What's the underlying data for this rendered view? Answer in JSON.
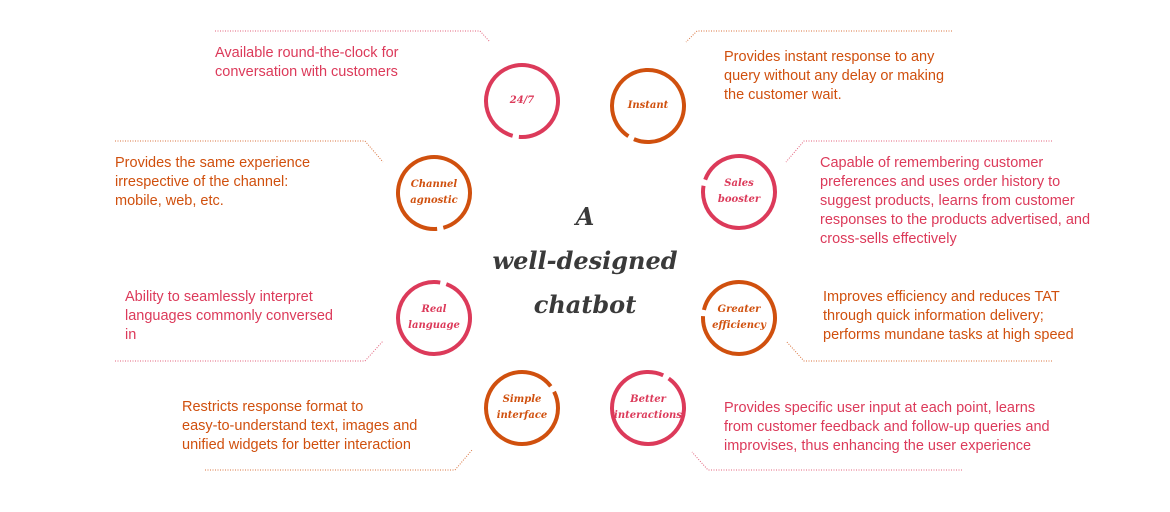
{
  "colors": {
    "pink": "#dc3a5a",
    "orange": "#d0500e",
    "title": "#3a3a3a"
  },
  "title": {
    "line1": "A",
    "line2": "well-designed",
    "line3": "chatbot"
  },
  "features": [
    {
      "id": "24-7",
      "label_lines": [
        "24/7"
      ],
      "color": "pink",
      "description": [
        "Available round-the-clock for",
        "conversation with customers"
      ]
    },
    {
      "id": "instant",
      "label_lines": [
        "Instant"
      ],
      "color": "orange",
      "description": [
        "Provides instant response to any",
        "query without any delay or making",
        "the customer wait."
      ]
    },
    {
      "id": "channel-agnostic",
      "label_lines": [
        "Channel",
        "agnostic"
      ],
      "color": "orange",
      "description": [
        "Provides the same experience",
        "irrespective of the channel:",
        "mobile, web, etc."
      ]
    },
    {
      "id": "sales-booster",
      "label_lines": [
        "Sales",
        "booster"
      ],
      "color": "pink",
      "description": [
        "Capable of remembering customer",
        "preferences and uses order history to",
        "suggest products, learns from customer",
        "responses to the products advertised, and",
        "cross-sells effectively"
      ]
    },
    {
      "id": "real-language",
      "label_lines": [
        "Real",
        "language"
      ],
      "color": "pink",
      "description": [
        "Ability to seamlessly interpret",
        "languages commonly conversed",
        "in"
      ]
    },
    {
      "id": "greater-efficiency",
      "label_lines": [
        "Greater",
        "efficiency"
      ],
      "color": "orange",
      "description": [
        "Improves efficiency and reduces TAT",
        "through quick information delivery;",
        "performs mundane tasks at high speed"
      ]
    },
    {
      "id": "simple-interface",
      "label_lines": [
        "Simple",
        "interface"
      ],
      "color": "orange",
      "description": [
        "Restricts response format to",
        "easy-to-understand text, images and",
        "unified widgets for better interaction"
      ]
    },
    {
      "id": "better-interactions",
      "label_lines": [
        "Better",
        "interactions"
      ],
      "color": "pink",
      "description": [
        "Provides specific user input at each point, learns",
        "from customer feedback and follow-up queries and",
        "improvises, thus enhancing the user experience"
      ]
    }
  ]
}
